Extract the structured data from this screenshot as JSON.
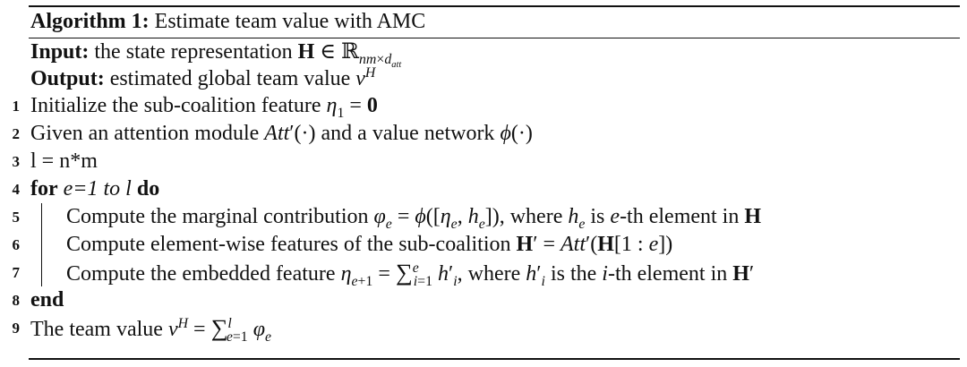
{
  "algorithm": {
    "label": "Algorithm 1:",
    "title": "Estimate team value with AMC",
    "input_label": "Input:",
    "input_text": "the state representation H ∈ ℝnm×datt",
    "output_label": "Output:",
    "output_text": "estimated global team value vH",
    "lines": [
      {
        "num": "1",
        "text": "Initialize the sub-coalition feature η1 = 0"
      },
      {
        "num": "2",
        "text": "Given an attention module Att′(·) and a value network φ(·)"
      },
      {
        "num": "3",
        "text": "l = n*m"
      },
      {
        "num": "4",
        "text": "for e=1 to l do"
      },
      {
        "num": "5",
        "text": "Compute the marginal contribution φe = φ([ηe, he]), where he is e-th element in H"
      },
      {
        "num": "6",
        "text": "Compute element-wise features of the sub-coalition H′ = Att′(H[1 : e])"
      },
      {
        "num": "7",
        "text": "Compute the embedded feature ηe+1 = ∑ei=1 h′i, where h′i is the i-th element in H′"
      },
      {
        "num": "8",
        "text": "end"
      },
      {
        "num": "9",
        "text": "The team value vH = ∑le=1 φe"
      }
    ]
  }
}
